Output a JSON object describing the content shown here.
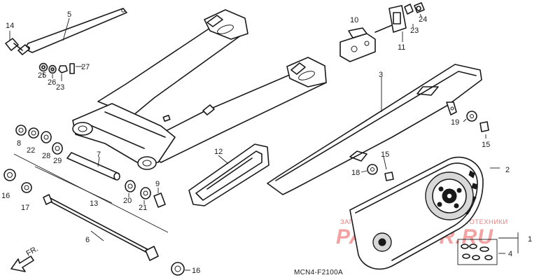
{
  "diagram": {
    "part_numbers": {
      "n1": "1",
      "n2": "2",
      "n3": "3",
      "n4": "4",
      "n5": "5",
      "n6": "6",
      "n7": "7",
      "n8": "8",
      "n9": "9",
      "n10": "10",
      "n11": "11",
      "n12": "12",
      "n13": "13",
      "n14": "14",
      "n15a": "15",
      "n15b": "15",
      "n16a": "16",
      "n16b": "16",
      "n17": "17",
      "n18": "18",
      "n19": "19",
      "n20": "20",
      "n21": "21",
      "n22": "22",
      "n23a": "23",
      "n23b": "23",
      "n24": "24",
      "n25": "25",
      "n26": "26",
      "n27": "27",
      "n28": "28",
      "n29": "29"
    },
    "direction_label": "FR.",
    "diagram_code": "MCN4-F2100A",
    "watermark": {
      "top_text": "ЗАПЧАСТИ И АКСЕССУАРЫ ДЛЯ МОТОТЕХНИКИ",
      "logo_text": "PARTSFOR.RU"
    }
  }
}
